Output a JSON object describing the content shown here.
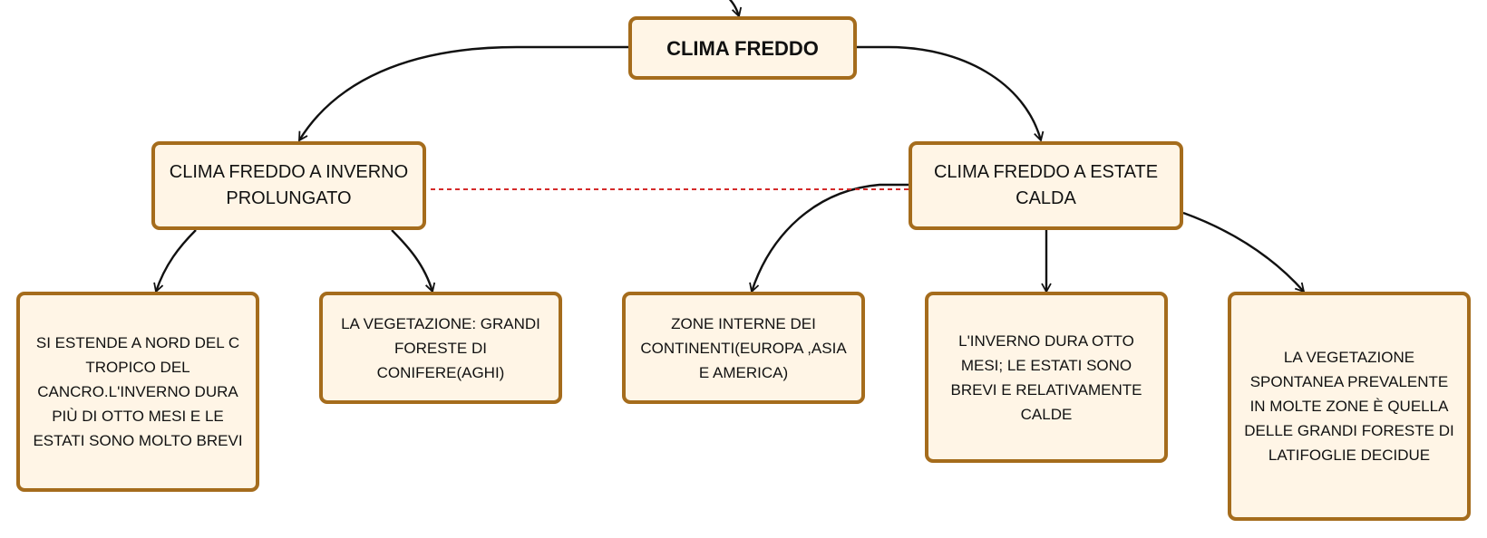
{
  "diagram": {
    "root": {
      "label": "CLIMA FREDDO"
    },
    "branches": [
      {
        "label": "CLIMA FREDDO A INVERNO\nPROLUNGATO",
        "children": [
          "SI ESTENDE A NORD DEL C\nTROPICO DEL\nCANCRO.L'INVERNO DURA\nPIÙ DI OTTO MESI E LE\nESTATI SONO MOLTO BREVI",
          "LA VEGETAZIONE: GRANDI\nFORESTE DI\nCONIFERE(AGHI)"
        ]
      },
      {
        "label": "CLIMA FREDDO A ESTATE\nCALDA",
        "children": [
          "ZONE INTERNE DEI\nCONTINENTI(EUROPA ,ASIA\nE AMERICA)",
          "L'INVERNO DURA OTTO\nMESI; LE ESTATI SONO\nBREVI E RELATIVAMENTE\nCALDE",
          "LA VEGETAZIONE\nSPONTANEA PREVALENTE\nIN MOLTE ZONE È QUELLA\nDELLE GRANDI FORESTE DI\nLATIFOGLIE DECIDUE"
        ]
      }
    ],
    "colors": {
      "node_fill": "#fff5e6",
      "node_border": "#a56c1c",
      "connector": "#111111",
      "cross_link": "#d42a2a"
    }
  }
}
